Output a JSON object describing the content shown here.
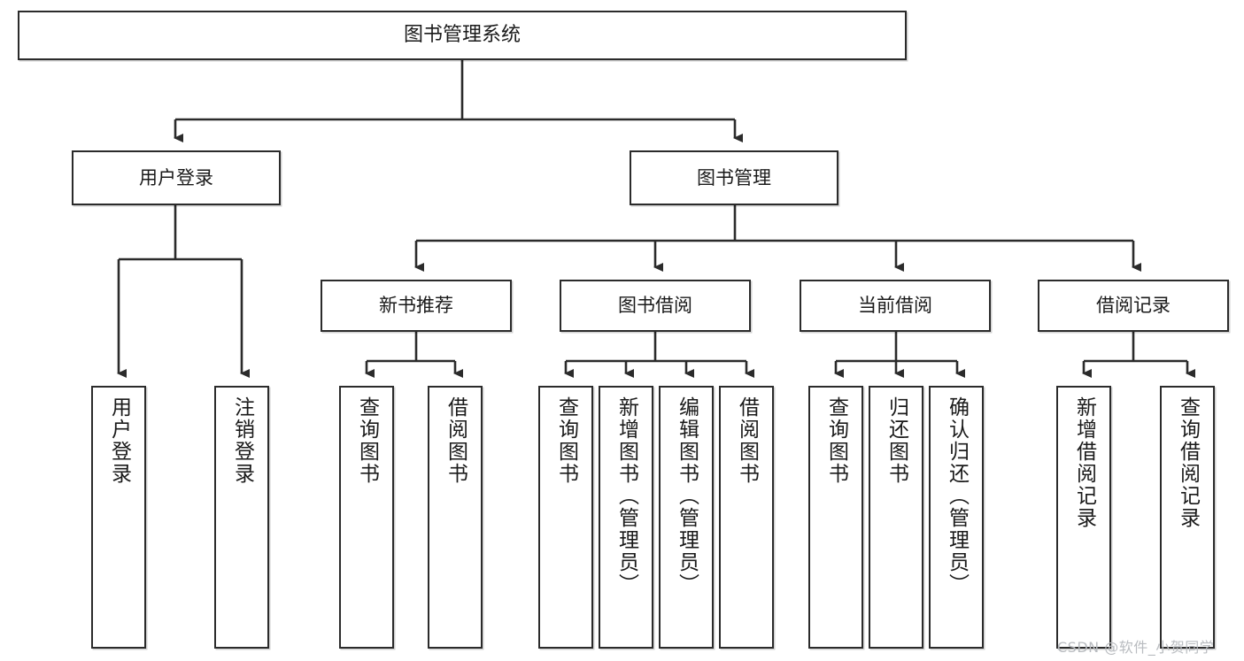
{
  "diagram": {
    "title": "图书管理系统",
    "type": "tree-hierarchy-diagram",
    "root": {
      "label": "图书管理系统"
    },
    "level2": [
      {
        "label": "用户登录"
      },
      {
        "label": "图书管理"
      }
    ],
    "level3": [
      {
        "label": "新书推荐"
      },
      {
        "label": "图书借阅"
      },
      {
        "label": "当前借阅"
      },
      {
        "label": "借阅记录"
      }
    ],
    "leaves_user_login": [
      {
        "label": "用户登录"
      },
      {
        "label": "注销登录"
      }
    ],
    "leaves_new_book": [
      {
        "label": "查询图书"
      },
      {
        "label": "借阅图书"
      }
    ],
    "leaves_borrow": [
      {
        "label": "查询图书"
      },
      {
        "label": "新增图书（管理员）"
      },
      {
        "label": "编辑图书（管理员）"
      },
      {
        "label": "借阅图书"
      }
    ],
    "leaves_current": [
      {
        "label": "查询图书"
      },
      {
        "label": "归还图书"
      },
      {
        "label": "确认归还（管理员）"
      }
    ],
    "leaves_records": [
      {
        "label": "新增借阅记录"
      },
      {
        "label": "查询借阅记录"
      }
    ]
  },
  "watermark": {
    "text": "CSDN @软件_小贺同学"
  },
  "colors": {
    "stroke": "#2b2b2b",
    "fill": "#ffffff",
    "text": "#1a1a1a",
    "watermark": "#b9bcc0"
  }
}
